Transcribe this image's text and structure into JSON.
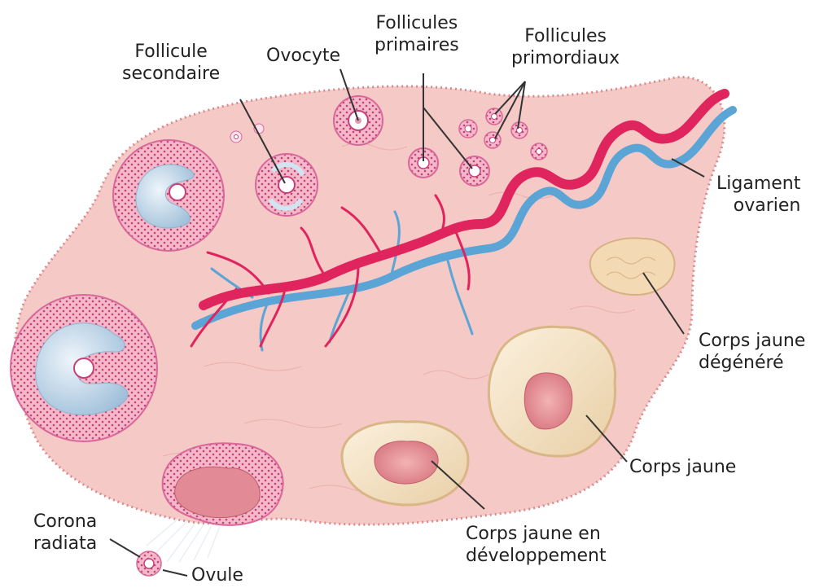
{
  "labels": {
    "follicule_secondaire": [
      "Follicule",
      "secondaire"
    ],
    "ovocyte": [
      "Ovocyte"
    ],
    "follicules_primaires": [
      "Follicules",
      "primaires"
    ],
    "follicules_primordiaux": [
      "Follicules",
      "primordiaux"
    ],
    "ligament_ovarien": [
      "Ligament",
      "ovarien"
    ],
    "corps_jaune_degenere": [
      "Corps jaune",
      "dégénéré"
    ],
    "corps_jaune": [
      "Corps jaune"
    ],
    "corps_jaune_developpement": [
      "Corps jaune en",
      "développement"
    ],
    "corona_radiata": [
      "Corona",
      "radiata"
    ],
    "ovule": [
      "Ovule"
    ]
  },
  "colors": {
    "ovary_fill": "#f5c9c5",
    "ovary_stroke": "#d98a8e",
    "follicle_wall": "#d9679a",
    "antrum": "#bcd4e6",
    "artery": "#e0245e",
    "vein": "#5aa5d6",
    "corpus_luteum": "#f7e6c8",
    "corpus_core": "#e0868c",
    "leader": "#333333",
    "text": "#222222"
  }
}
